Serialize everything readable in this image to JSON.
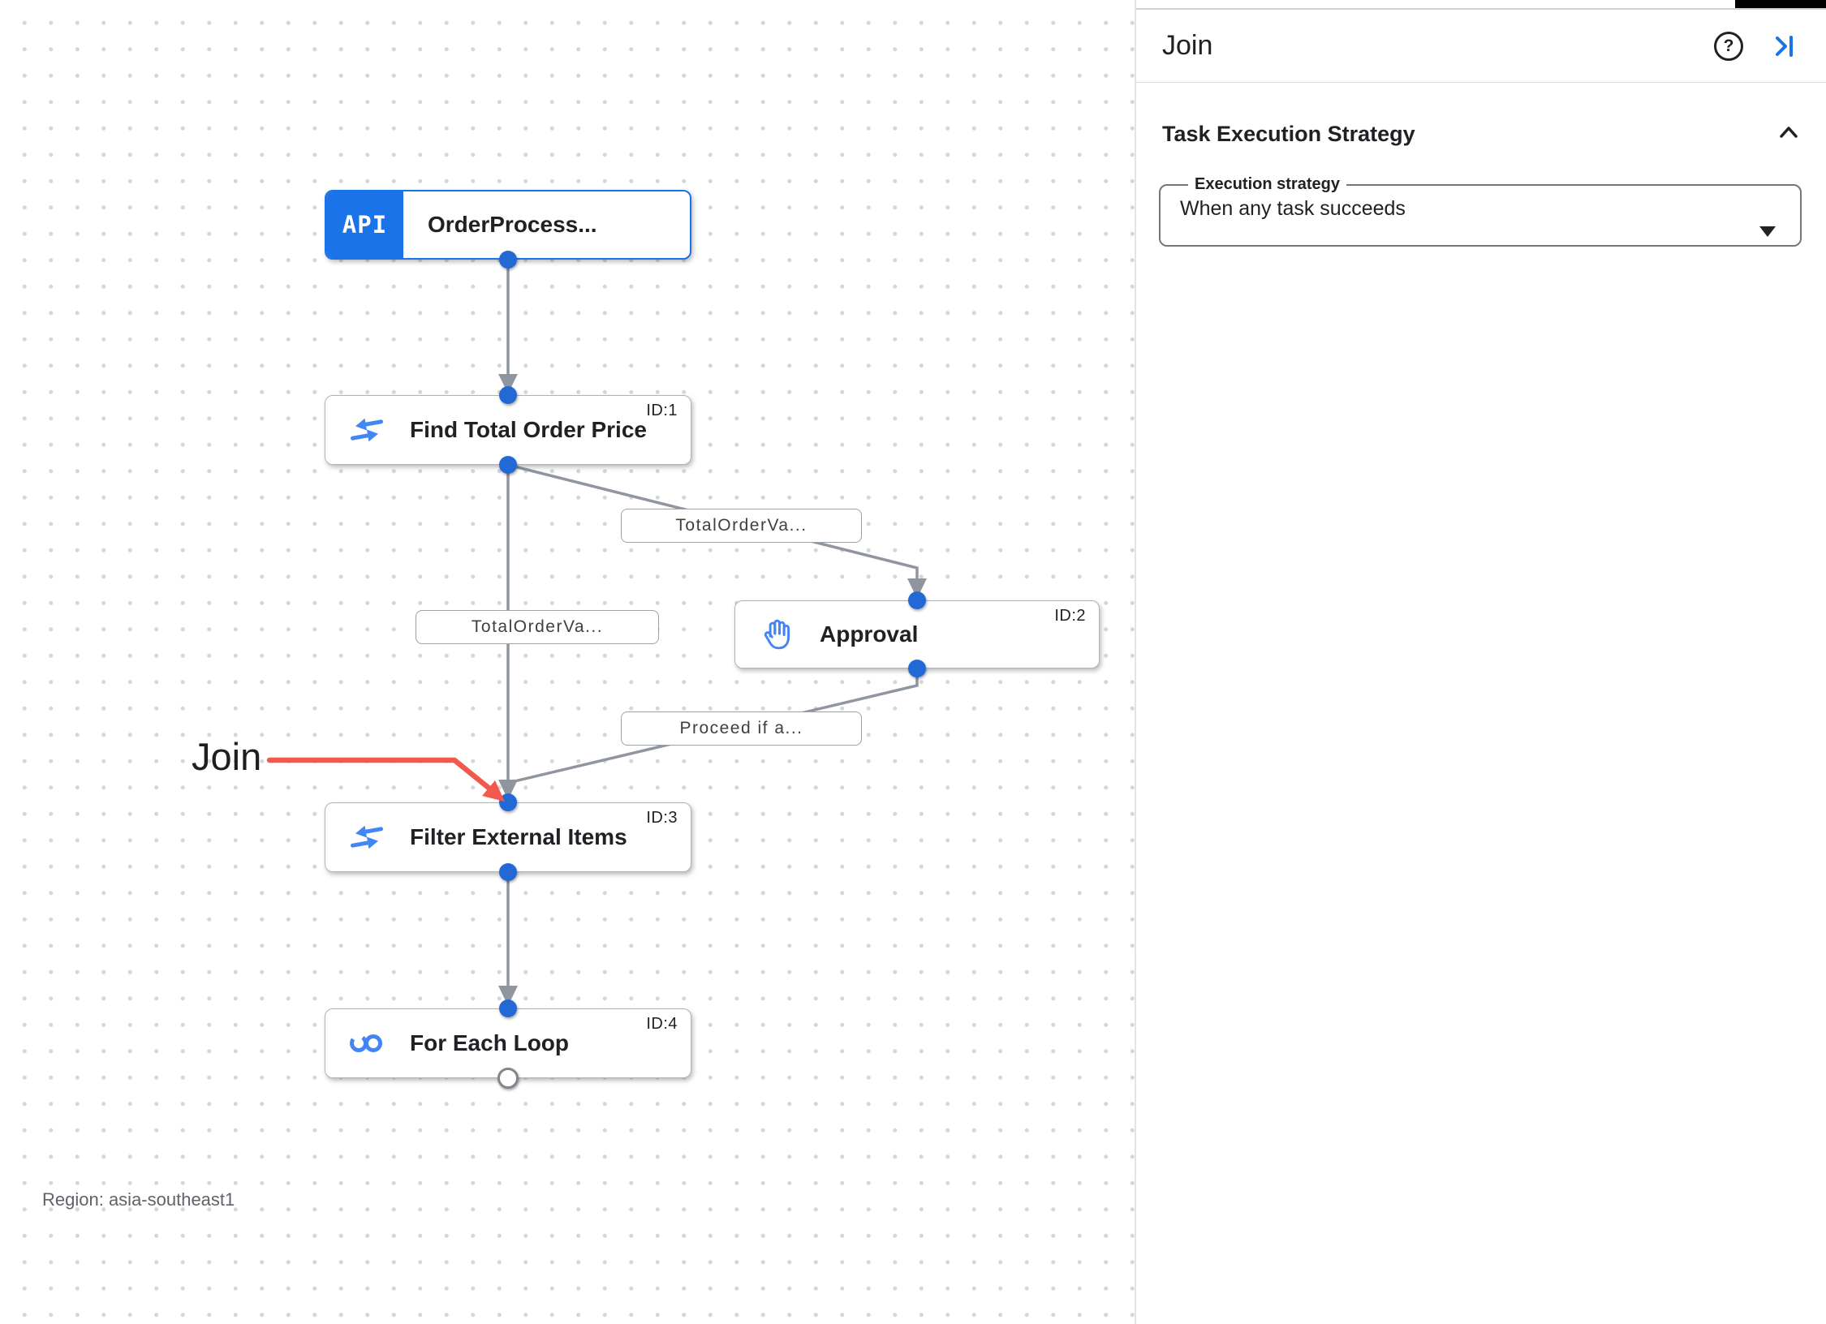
{
  "canvas": {
    "region_label": "Region: asia-southeast1",
    "annotation_label": "Join",
    "nodes": {
      "trigger": {
        "badge": "API",
        "label": "OrderProcess..."
      },
      "find_total": {
        "id": "ID:1",
        "label": "Find Total Order Price"
      },
      "approval": {
        "id": "ID:2",
        "label": "Approval"
      },
      "filter": {
        "id": "ID:3",
        "label": "Filter External Items"
      },
      "foreach": {
        "id": "ID:4",
        "label": "For Each Loop"
      }
    },
    "edge_labels": {
      "to_approval": "TotalOrderVa...",
      "to_filter": "TotalOrderVa...",
      "from_approval": "Proceed if a..."
    }
  },
  "panel": {
    "title": "Join",
    "help_label": "?",
    "section_heading": "Task Execution Strategy",
    "execution_strategy": {
      "label": "Execution strategy",
      "value": "When any task succeeds"
    }
  },
  "colors": {
    "accent_blue": "#1a73e8",
    "icon_blue": "#4285f4",
    "edge_gray": "#9096a0",
    "annotation_red": "#f2594d"
  }
}
